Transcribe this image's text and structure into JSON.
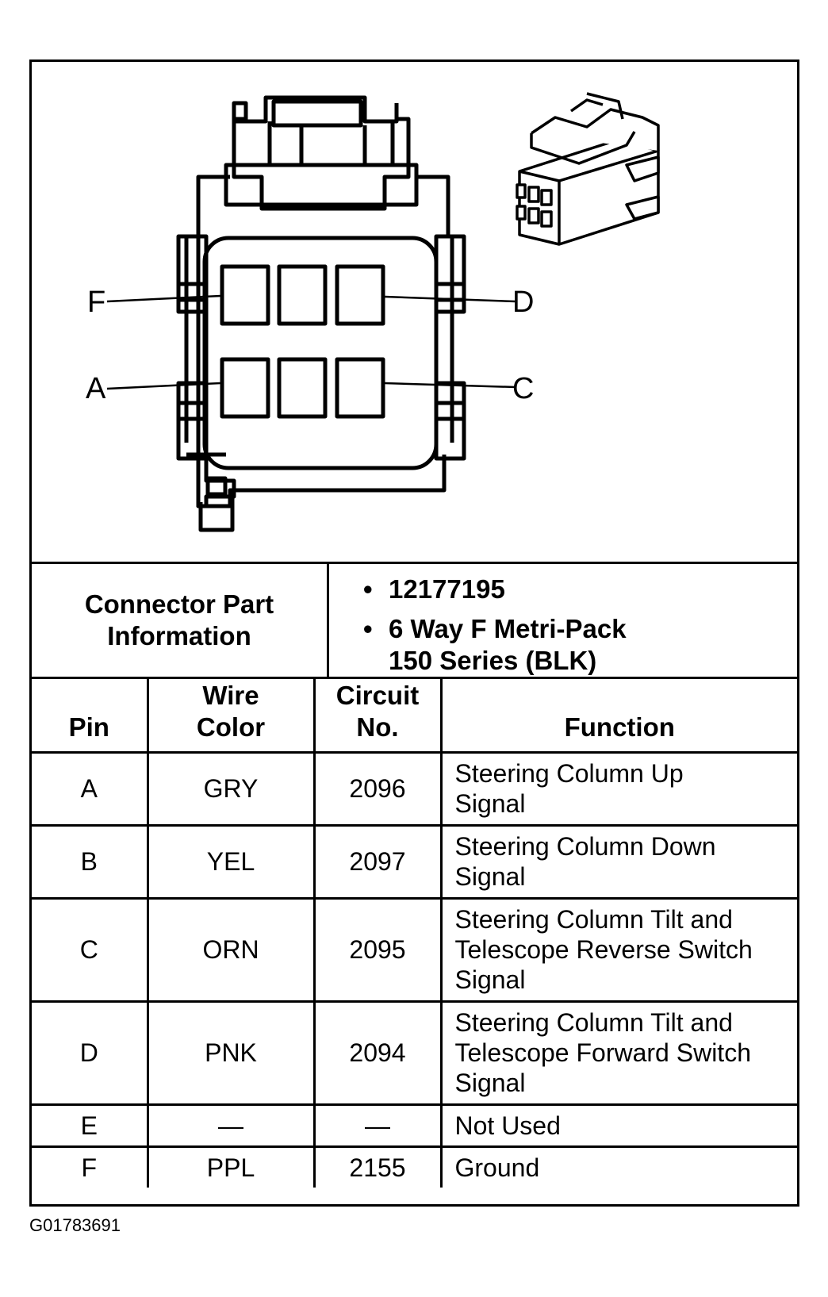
{
  "diagram": {
    "pin_labels": [
      "F",
      "A",
      "D",
      "C"
    ]
  },
  "connector_info": {
    "title": "Connector Part Information",
    "items": [
      "12177195",
      "6 Way F Metri-Pack 150 Series (BLK)"
    ]
  },
  "table": {
    "headers": [
      "Pin",
      "Wire Color",
      "Circuit No.",
      "Function"
    ],
    "rows": [
      {
        "pin": "A",
        "wire_color": "GRY",
        "circuit": "2096",
        "function": "Steering Column Up Signal"
      },
      {
        "pin": "B",
        "wire_color": "YEL",
        "circuit": "2097",
        "function": "Steering Column Down Signal"
      },
      {
        "pin": "C",
        "wire_color": "ORN",
        "circuit": "2095",
        "function": "Steering Column Tilt and Telescope Reverse Switch Signal"
      },
      {
        "pin": "D",
        "wire_color": "PNK",
        "circuit": "2094",
        "function": "Steering Column Tilt and Telescope Forward Switch Signal"
      },
      {
        "pin": "E",
        "wire_color": "—",
        "circuit": "—",
        "function": "Not Used"
      },
      {
        "pin": "F",
        "wire_color": "PPL",
        "circuit": "2155",
        "function": "Ground"
      }
    ]
  },
  "figure_id": "G01783691"
}
